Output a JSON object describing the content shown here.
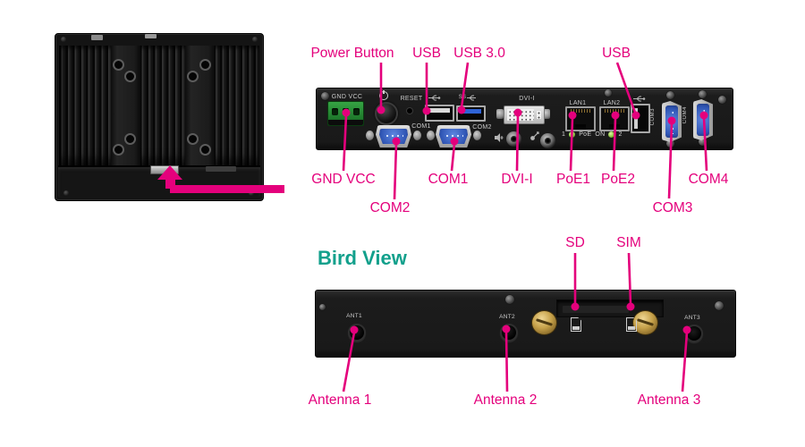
{
  "colors": {
    "accent": "#E4007C",
    "title_teal": "#12A08C"
  },
  "rear_view": {
    "top_labels": {
      "power_button": "Power Button",
      "usb_left": "USB",
      "usb3": "USB 3.0",
      "usb_right": "USB"
    },
    "bottom_labels": {
      "gnd_vcc": "GND VCC",
      "com1": "COM1",
      "com2": "COM2",
      "dvi": "DVI-I",
      "poe1": "PoE1",
      "poe2": "PoE2",
      "com3": "COM3",
      "com4": "COM4"
    },
    "panel_text": {
      "gnd_vcc": "GND VCC",
      "reset": "RESET",
      "dvi": "DVI-I",
      "com1": "COM1",
      "com2": "COM2",
      "lan1": "LAN1",
      "lan2": "LAN2",
      "usb3_print": "SS",
      "poe_left_num": "1",
      "poe_label": "PoE",
      "poe_on": "ON",
      "poe_right_num": "2",
      "com3": "COM3",
      "com4": "COM4"
    }
  },
  "bird_view": {
    "title": "Bird View",
    "labels": {
      "sd": "SD",
      "sim": "SIM",
      "antenna1": "Antenna 1",
      "antenna2": "Antenna 2",
      "antenna3": "Antenna 3"
    },
    "panel_text": {
      "ant1": "ANT1",
      "ant2": "ANT2",
      "ant3": "ANT3"
    }
  }
}
